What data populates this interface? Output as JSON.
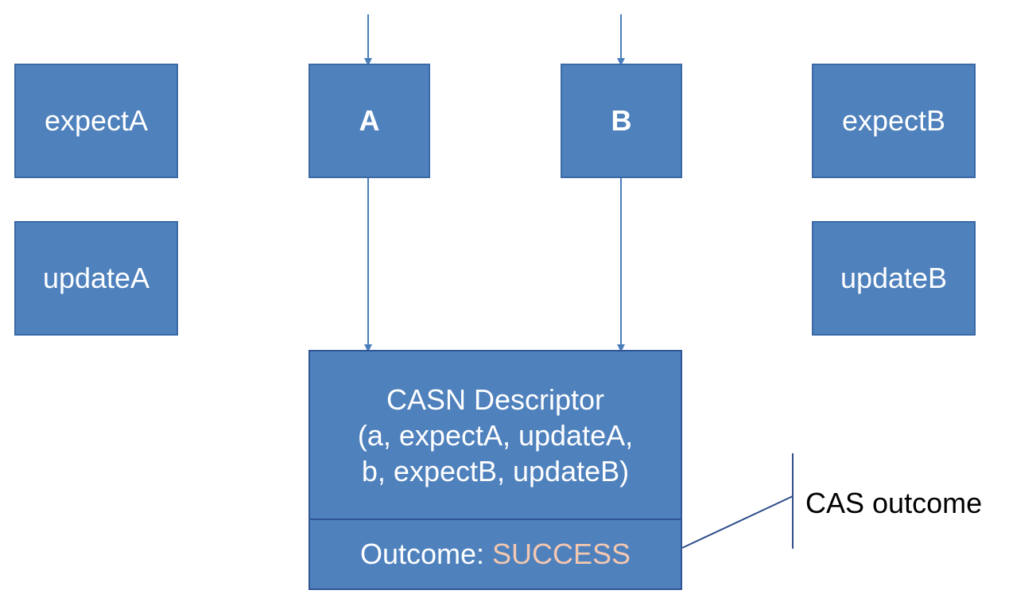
{
  "boxes": {
    "expectA": "expectA",
    "updateA": "updateA",
    "A": "A",
    "B": "B",
    "expectB": "expectB",
    "updateB": "updateB"
  },
  "descriptor": {
    "line1": "CASN Descriptor",
    "line2": "(a, expectA, updateA,",
    "line3": "b, expectB, updateB)",
    "outcome_label": "Outcome: ",
    "outcome_value": "SUCCESS"
  },
  "annotation": {
    "label": "CAS outcome"
  },
  "colors": {
    "box_fill": "#4f81bd",
    "arrow": "#4a7ebb",
    "outcome_value": "#f4c7b0",
    "callout_line": "#2f4e8c"
  }
}
